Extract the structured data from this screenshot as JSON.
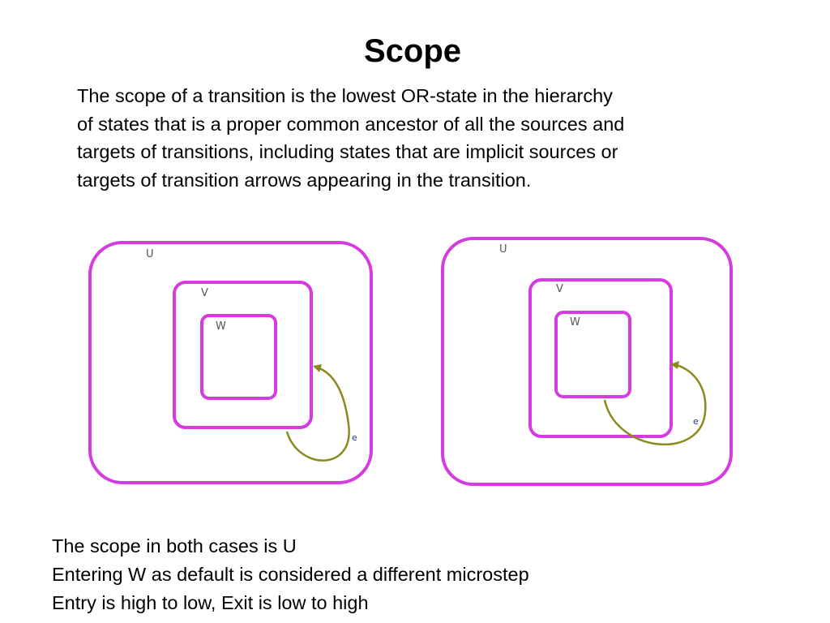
{
  "slide": {
    "title": "Scope",
    "intro_lines": [
      "The scope of a transition is the lowest OR-state in the hierarchy",
      "of states that is a proper common ancestor of all the sources and",
      "targets of transitions, including states that are implicit sources or",
      "targets of transition arrows appearing in the transition."
    ],
    "summary_lines": [
      "The scope in both cases is U",
      "Entering W as default is considered a different microstep",
      "Entry is high to low, Exit is low to high"
    ]
  },
  "diagrams": [
    {
      "states": {
        "outer": "U",
        "middle": "V",
        "inner": "W"
      },
      "event": "e"
    },
    {
      "states": {
        "outer": "U",
        "middle": "V",
        "inner": "W"
      },
      "event": "e"
    }
  ],
  "colors": {
    "state_border": "#d63be0",
    "transition_arrow": "#8a8a1e",
    "event_label": "#1e3a8a"
  }
}
